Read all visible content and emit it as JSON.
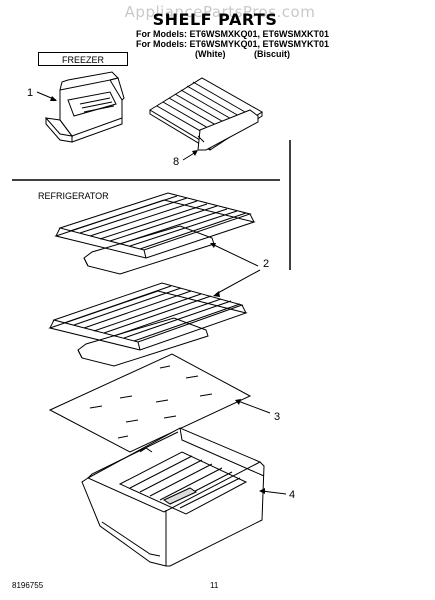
{
  "watermark": "AppliancePartsPros.com",
  "title": "SHELF PARTS",
  "models": [
    "For Models: ET6WSMXKQ01, ET6WSMXKT01",
    "For Models: ET6WSMYKQ01, ET6WSMYKT01"
  ],
  "variants": [
    "(White)",
    "(Biscuit)"
  ],
  "sections": {
    "freezer": "FREEZER",
    "refrigerator": "REFRIGERATOR"
  },
  "callouts": [
    "1",
    "8",
    "2",
    "3",
    "4"
  ],
  "footer": {
    "doc_number": "8196755",
    "page_number": "11"
  }
}
